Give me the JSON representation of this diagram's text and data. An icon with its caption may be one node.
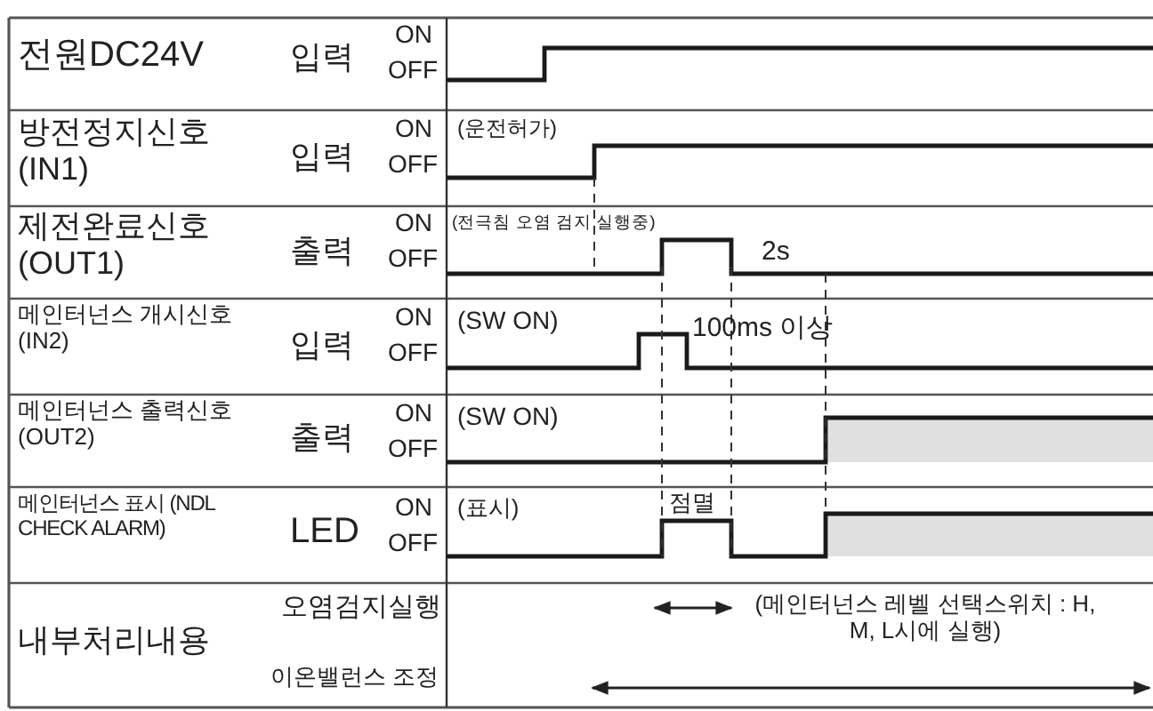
{
  "diagram": {
    "labels": [
      "전원DC24V",
      "입력",
      "ON",
      "OFF",
      "방전정지신호 (IN1)",
      "입력",
      "ON",
      "OFF",
      "(운전허가)",
      "제전완료신호 (OUT1)",
      "출력",
      "ON",
      "OFF",
      "(전극침 오염 검지 실행중)",
      "2s",
      "메인터넌스 개시신호 (IN2)",
      "입력",
      "ON",
      "OFF",
      "(SW ON)",
      "100ms 이상",
      "메인터넌스 출력신호 (OUT2)",
      "출력",
      "ON",
      "OFF",
      "(SW ON)",
      "메인터넌스 표시 (NDL CHECK ALARM)",
      "LED",
      "ON",
      "OFF",
      "(표시)",
      "점멸",
      "내부처리내용",
      "오염검지실행",
      "이온밸런스 조정",
      "(메인터넌스 레벨 선택스위치 : H, M, L시에 실행)"
    ]
  }
}
